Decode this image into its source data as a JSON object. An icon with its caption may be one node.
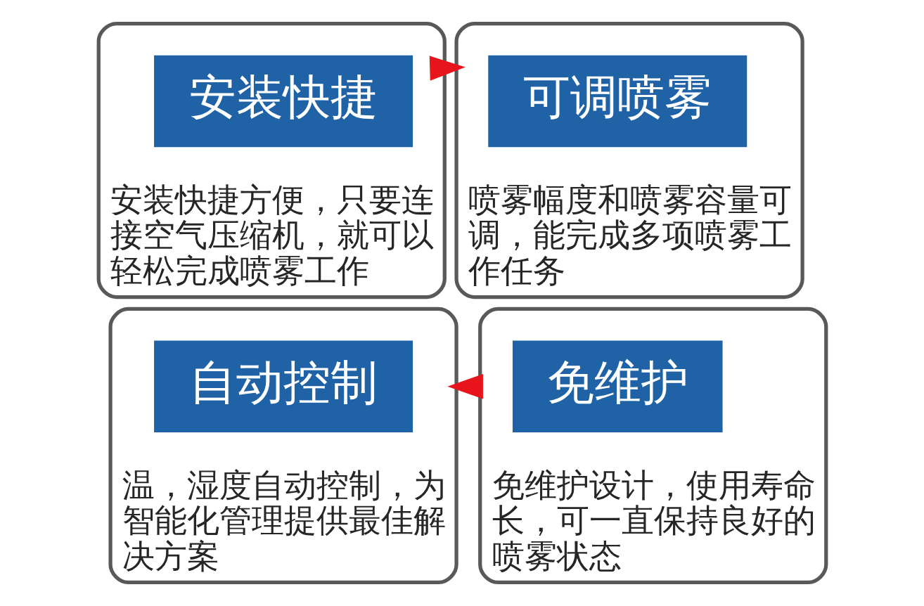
{
  "diagram": {
    "nodes": [
      {
        "text": [
          "安装快捷方便，只要连接空气压缩机，就可以轻松完成喷雾工作"
        ]
      },
      {
        "text": [
          "安装快捷"
        ],
        "in": 0
      },
      {
        "text": [
          "喷雾幅度和喷雾容量可调，能完成多项喷雾工作任务"
        ]
      },
      {
        "text": [
          "可调喷雾"
        ],
        "in": 2
      },
      {
        "text": [
          "温，湿度自动控制，为智能化管理提供最佳解决方案"
        ]
      },
      {
        "text": [
          "自动控制"
        ],
        "in": 4
      },
      {
        "text": [
          "免维护设计，使用寿命长，可一直保持良好的喷雾状态"
        ]
      },
      {
        "text": [
          "免维护"
        ],
        "in": 6
      }
    ],
    "edges": [
      {
        "from": 0,
        "to": 2,
        "arrow": "to"
      },
      {
        "from": 6,
        "to": 4,
        "arrow": "to"
      }
    ]
  }
}
